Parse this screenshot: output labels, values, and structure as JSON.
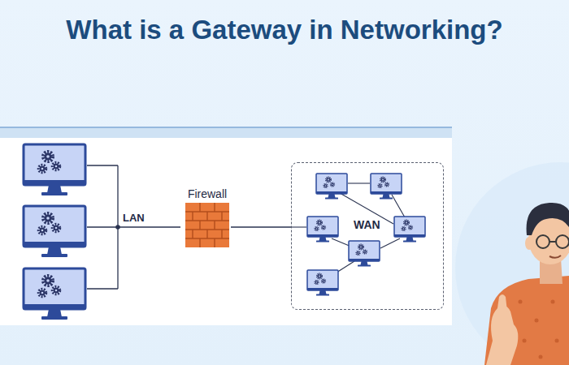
{
  "diagram": {
    "title": "What is a Gateway in Networking?",
    "nodes": [
      {
        "text": [
          "Firewall"
        ]
      },
      {
        "text": [
          "WAN"
        ]
      }
    ],
    "edges": [
      {
        "from": 0,
        "to": 1,
        "arrow": "none"
      }
    ],
    "labels": [
      "LAN"
    ]
  }
}
